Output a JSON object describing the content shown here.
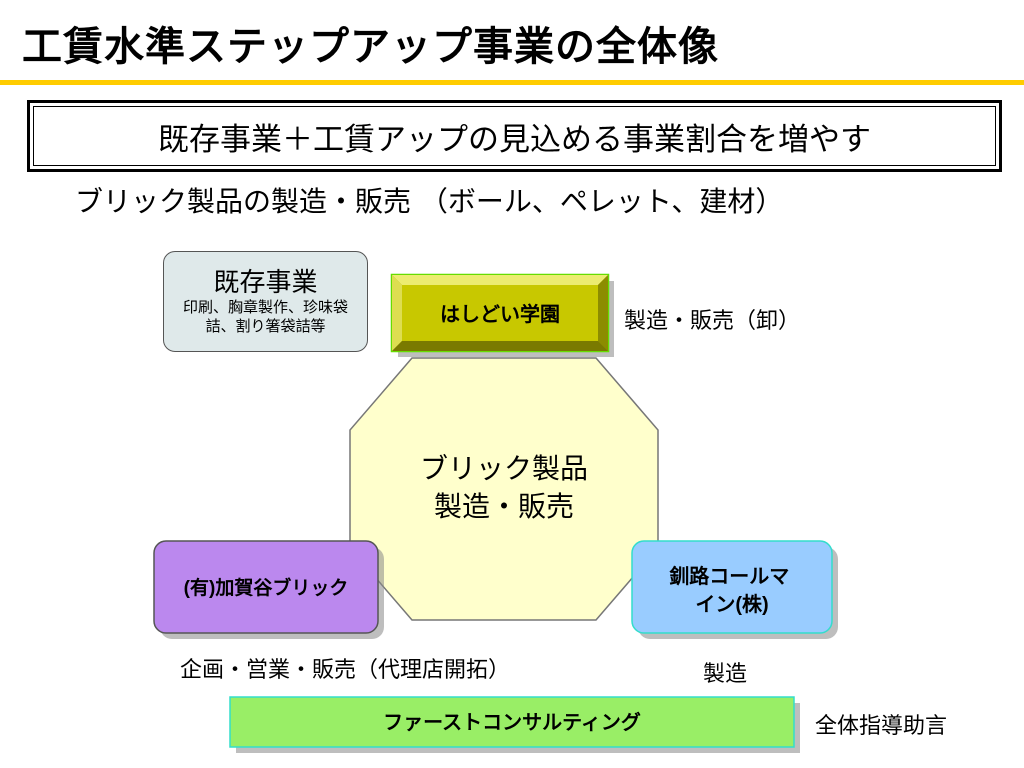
{
  "title": "工賃水準ステップアップ事業の全体像",
  "framed_text": "既存事業＋工賃アップの見込める事業割合を増やす",
  "subtitle": "ブリック製品の製造・販売 （ボール、ペレット、建材）",
  "existing_business": {
    "title": "既存事業",
    "detail": "印刷、胸章製作、珍味袋詰、割り箸袋詰等"
  },
  "center": {
    "line1": "ブリック製品",
    "line2": "製造・販売"
  },
  "hashidoi": {
    "name": "はしどい学園",
    "role": "製造・販売（卸）"
  },
  "kaga": {
    "name": "(有)加賀谷ブリック",
    "role": "企画・営業・販売（代理店開拓）"
  },
  "kushiro": {
    "name": "釧路コールマイン(株)",
    "role": "製造"
  },
  "first": {
    "name": "ファーストコンサルティング",
    "role": "全体指導助言"
  },
  "colors": {
    "title_rule": "#ffcc00",
    "octagon_fill": "#ffffcc",
    "hashidoi_fill": "#c8c800",
    "hashidoi_border": "#66dd00",
    "kaga_fill": "#bb88ee",
    "kushiro_fill": "#99ccff",
    "first_fill": "#99ee66"
  }
}
